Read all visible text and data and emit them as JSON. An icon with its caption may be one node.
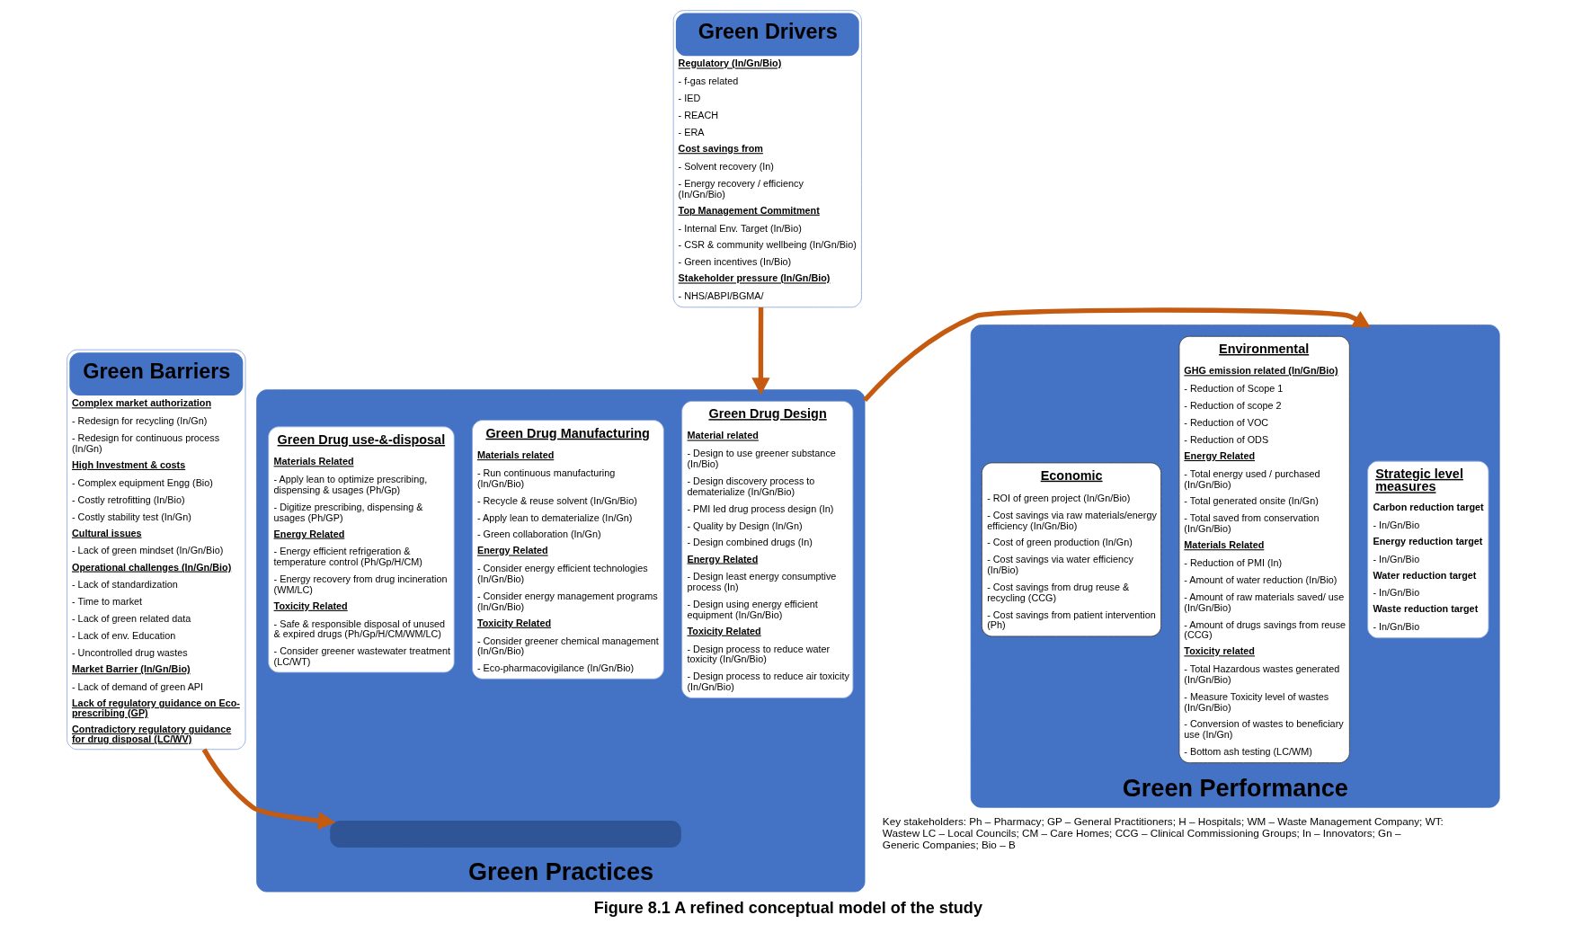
{
  "diagram": {
    "caption": "Figure 8.1 A refined conceptual model of the study",
    "nodes": [
      {
        "text": [
          "Green Drivers",
          "Regulatory (In/Gn/Bio)",
          "- f-gas related",
          "- IED",
          "- REACH",
          "- ERA",
          "Cost savings from",
          "- Solvent recovery (In)",
          "- Energy recovery / efficiency (In/Gn/Bio)",
          "Top Management Commitment",
          "- Internal Env. Target (In/Bio)",
          "- CSR & community wellbeing (In/Gn/Bio)",
          "- Green incentives (In/Bio)",
          "Stakeholder pressure (In/Gn/Bio)",
          "- NHS/ABPI/BGMA/"
        ]
      },
      {
        "text": [
          "Green Barriers",
          "Complex market authorization",
          "- Redesign for recycling (In/Gn)",
          "- Redesign for continuous process (In/Gn)",
          "High Investment & costs",
          "- Complex equipment Engg (Bio)",
          "- Costly retrofitting (In/Bio)",
          "- Costly stability test (In/Gn)",
          "Cultural issues",
          "- Lack of green mindset (In/Gn/Bio)",
          "Operational challenges (In/Gn/Bio)",
          "- Lack of standardization",
          "- Time to market",
          "- Lack of green related data",
          "- Lack of env. Education",
          "- Uncontrolled drug wastes",
          "Market Barrier (In/Gn/Bio)",
          "- Lack of demand of green API",
          "Lack of regulatory guidance on Eco-prescribing (GP)",
          "Contradictory regulatory guidance for drug disposal (LC/WV)"
        ]
      },
      {
        "text": [
          "Green Practices"
        ]
      },
      {
        "text": [
          "Green Drug Design",
          "Material related",
          "- Design to use greener substance (In/Bio)",
          "- Design discovery process to dematerialize (In/Gn/Bio)",
          "- PMI led drug process design (In)",
          "- Quality by Design (In/Gn)",
          "- Design combined drugs (In)",
          "Energy Related",
          "- Design least energy consumptive process (In)",
          "- Design using energy efficient equipment (In/Gn/Bio)",
          "Toxicity Related",
          "- Design process to reduce water toxicity (In/Gn/Bio)",
          "- Design process to reduce air toxicity (In/Gn/Bio)"
        ],
        "in": 2
      },
      {
        "text": [
          "Green Drug Manufacturing",
          "Materials related",
          "- Run continuous manufacturing (In/Gn/Bio)",
          "- Recycle & reuse solvent (In/Gn/Bio)",
          "- Apply lean to dematerialize (In/Gn)",
          "- Green collaboration (In/Gn)",
          "Energy Related",
          "- Consider energy efficient technologies (In/Gn/Bio)",
          "- Consider energy management programs (In/Gn/Bio)",
          "Toxicity Related",
          "- Consider greener chemical management (In/Gn/Bio)",
          "- Eco-pharmacovigilance (In/Gn/Bio)"
        ],
        "in": 2
      },
      {
        "text": [
          "Green Drug use-&-disposal",
          "Materials Related",
          "- Apply lean to optimize prescribing, dispensing & usages (Ph/Gp)",
          "- Digitize prescribing, dispensing & usages (Ph/GP)",
          "Energy Related",
          "- Energy efficient refrigeration & temperature control (Ph/Gp/H/CM)",
          "- Energy recovery from drug incineration (WM/LC)",
          "Toxicity Related",
          "- Safe & responsible disposal of unused & expired drugs (Ph/Gp/H/CM/WM/LC)",
          "- Consider greener wastewater treatment (LC/WT)"
        ],
        "in": 2
      },
      {
        "text": [],
        "shape": "bar",
        "in": 2
      },
      {
        "text": [
          "Green Performance"
        ]
      },
      {
        "text": [
          "Strategic level measures",
          "Carbon reduction target",
          "- In/Gn/Bio",
          "Energy reduction target",
          "- In/Gn/Bio",
          "Water reduction target",
          "- In/Gn/Bio",
          "Waste reduction target",
          "- In/Gn/Bio"
        ],
        "in": 7
      },
      {
        "text": [
          "Environmental",
          "GHG emission related (In/Gn/Bio)",
          "- Reduction of Scope 1",
          "- Reduction of scope 2",
          "- Reduction of VOC",
          "- Reduction of ODS",
          "Energy Related",
          "- Total energy used / purchased (In/Gn/Bio)",
          "- Total generated onsite (In/Gn)",
          "- Total saved from conservation (In/Gn/Bio)",
          "Materials Related",
          "- Reduction of PMI (In)",
          "- Amount of water reduction (In/Bio)",
          "- Amount of raw materials saved/ use (In/Gn/Bio)",
          "- Amount of drugs savings from reuse (CCG)",
          "Toxicity related",
          "- Total Hazardous wastes generated (In/Gn/Bio)",
          "- Measure Toxicity level of wastes (In/Gn/Bio)",
          "- Conversion of wastes to beneficiary use (In/Gn)",
          "- Bottom ash testing (LC/WM)"
        ],
        "in": 7
      },
      {
        "text": [
          "Economic",
          "- ROI of green project (In/Gn/Bio)",
          "- Cost savings via raw materials/energy efficiency (In/Gn/Bio)",
          "- Cost of green production (In/Gn)",
          "- Cost savings via water efficiency (In/Bio)",
          "- Cost savings from drug reuse & recycling (CCG)",
          "- Cost savings from patient intervention (Ph)"
        ],
        "in": 7
      }
    ],
    "edges": [
      {
        "from": 0,
        "to": 2,
        "arrow": "to"
      },
      {
        "from": 2,
        "to": 7,
        "arrow": "to"
      },
      {
        "from": 1,
        "to": 6,
        "arrow": "to"
      }
    ],
    "labels": [
      "Key stakeholders: Ph – Pharmacy; GP – General Practitioners; H – Hospitals; WM – Waste Management Company; WT: Wastew LC – Local Councils; CM – Care Homes; CCG – Clinical Commissioning Groups; In – Innovators; Gn – Generic Companies; Bio – B"
    ]
  }
}
